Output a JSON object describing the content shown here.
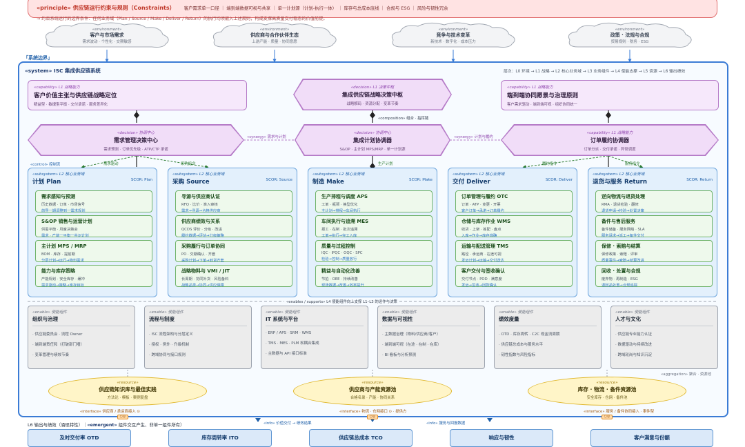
{
  "principle": {
    "title": "«principle» 供应链运行约束与规则（Constraints）",
    "items": "客户需求单一口径 ｜ 端到端数据可视与共享 ｜ 单一计划源（计划-执行一体） ｜ 库存与总成本底线 ｜ 合规与 ESG ｜ 风险与韧性冗余",
    "subtitle": "→ 约束系统运行的边界条件：任何业务域（Plan / Source / Make / Deliver / Return）的执行均须嵌入上述规则，构成支撑高质量交付稳态的价值前提。"
  },
  "environments": [
    {
      "stereo": "«environment»",
      "name": "客户与市场需求",
      "desc": "需求波动 · 个性化 · 交期敏感"
    },
    {
      "stereo": "«environment»",
      "name": "供应商与合作伙伴生态",
      "desc": "上游产能 · 质量 · 协同意愿"
    },
    {
      "stereo": "«environment»",
      "name": "竞争与技术变革",
      "desc": "新技术 · 数字化 · 成本压力"
    },
    {
      "stereo": "«environment»",
      "name": "政策 · 法规与合规",
      "desc": "贸易规则 · 税务 · ESG"
    }
  ],
  "boundary_label": "「系统边界」",
  "system_title": "«system» ISC 集成供应链系统",
  "layers": "层次：L0 环境 → L1 战略 → L2 核心业务域 → L3 业务组件 → L4 使能支撑 → L5 资源 → L6 输出绩效",
  "capabilities": [
    {
      "stereo": "«capability» L1 战略能力",
      "name": "客户价值主张与供应链战略定位",
      "desc": "精益型 · 敏捷型平衡 · 交付承诺 · 服务差异化"
    },
    {
      "stereo": "«capability» L1 战略能力",
      "name": "端到端协同愿景与治理原则",
      "desc": "客户需求驱动 · 端到端可视 · 组织协同统一"
    }
  ],
  "decisions": [
    {
      "stereo": "«decision» L1 决策中枢",
      "name": "集成供应链战略决策中枢",
      "desc": "战略解码 · 资源分配 · 变革节奏"
    },
    {
      "stereo": "«decision» 协调中心",
      "name": "需求管理决策中心",
      "desc": "需求预测 · 订单优先级 · ATP/CTP 承诺"
    },
    {
      "stereo": "«decision» 协调中心",
      "name": "集成计划协调器",
      "desc": "S&OP · 主计划 MPS/MRP · 单一计划源"
    },
    {
      "stereo": "«capability» L1 战略能力",
      "name": "订单履约协调器",
      "desc": "订单分派 · 交付承诺 · 异常调度"
    }
  ],
  "labels": {
    "composition": "«composition» 组合 · 指挥链",
    "synergy_left": "«synergy» 需求与计划",
    "synergy_right": "«synergy» 计划与履约",
    "control": "«control» 控制流",
    "demand_signal": "需求驱动",
    "procure_cmd": "采购指令",
    "prod_plan": "生产计划",
    "ship_cmd": "履约指令",
    "service_cmd": "服务指令",
    "enables": "«enables / supports» L4 使能组件向上支撑 L1–L3 的运作与决策",
    "aggregation": "«aggregation» 聚合 · 资源池"
  },
  "subsystems": [
    {
      "stereo": "«subsystem» L2 核心业务域",
      "name": "计划 Plan",
      "scor": "SCOR: Plan",
      "modules": [
        {
          "name": "需求感知与预测",
          "desc": "历史数据 · 订单 · 市场信号",
          "link": "前导一期调整到一需求规划"
        },
        {
          "name": "S&OP 销售与运营计划",
          "desc": "供需平衡 · 月度决策会",
          "link": "需求 · 产能一平衡一共识计划"
        },
        {
          "name": "主计划 MPS / MRP",
          "desc": "BOM · 库存 · 提前期",
          "link": "分层计划→运行→物料需求"
        },
        {
          "name": "能力与库存策略",
          "desc": "产能规划 · 安全库存 · 缓冲",
          "link": "需求驱动→策略→库存目标"
        }
      ]
    },
    {
      "stereo": "«subsystem» L2 核心业务域",
      "name": "采购 Source",
      "scor": "SCOR: Source",
      "modules": [
        {
          "name": "寻源与供应商认证",
          "desc": "RFQ · 比价 · 准入审核",
          "link": "需求→寻源→合格供应商"
        },
        {
          "name": "供应商绩效与关系",
          "desc": "QCDS 评价 · 分级 · 改进",
          "link": "履约数据→评估→分级策略"
        },
        {
          "name": "采购履行与订单协同",
          "desc": "PO · 交期确认 · 齐套",
          "link": "采购计划→下单→到货齐套"
        },
        {
          "name": "战略物料与 VMI / JIT",
          "desc": "长周期 · 协同补货 · 风险备料",
          "link": "战略品类→协同→供应保障"
        }
      ]
    },
    {
      "stereo": "«subsystem» L2 核心业务域",
      "name": "制造 Make",
      "scor": "SCOR: Make",
      "modules": [
        {
          "name": "生产排程与调度 APS",
          "desc": "工单 · 瓶颈 · 换型优化",
          "link": "主计划→排程→车间执行"
        },
        {
          "name": "车间执行与追溯 MES",
          "desc": "报工 · 在制 · 批次追溯",
          "link": "工单→执行→完工入库"
        },
        {
          "name": "质量与过程控制",
          "desc": "IQC · IPQC · OQC · SPC",
          "link": "检验→控制→质量放行"
        },
        {
          "name": "精益与自动化改善",
          "desc": "节拍 · OEE · 持续改善",
          "link": "现场数据→改善→效率提升"
        }
      ]
    },
    {
      "stereo": "«subsystem» L2 核心业务域",
      "name": "交付 Deliver",
      "scor": "SCOR: Deliver",
      "modules": [
        {
          "name": "订单管理与履约 OTC",
          "desc": "订单 · ATP · 变更 · 开票",
          "link": "客户订单→承诺→订单履约"
        },
        {
          "name": "仓储与库存作业 WMS",
          "desc": "收货 · 上架 · 拣配 · 盘点",
          "link": "入库→作业→库存准确"
        },
        {
          "name": "运输与配送管理 TMS",
          "desc": "路径 · 承运商 · 在途可视",
          "link": "发运计划→运输→交付送达"
        },
        {
          "name": "客户交付与签收确认",
          "desc": "交付节点 · POD · 满意度",
          "link": "发运→签收→回款确认"
        }
      ]
    },
    {
      "stereo": "«subsystem» L2 核心业务域",
      "name": "退货与服务 Return",
      "scor": "SCOR: Return",
      "modules": [
        {
          "name": "逆向物流与退货处理",
          "desc": "RMA · 退货检验 · 翻修",
          "link": "退货申请→检验→处置决策"
        },
        {
          "name": "备件与售后服务",
          "desc": "备件储备 · 服务网络 · SLA",
          "link": "服务请求→派工→备件交付"
        },
        {
          "name": "保修 · 索赔与结算",
          "desc": "保修政策 · 索赔 · 评审",
          "link": "质量事件→索赔→结算改进"
        },
        {
          "name": "回收 · 处置与合规",
          "desc": "废弃物 · 再制造 · ESG",
          "link": "退回品处置→合规追踪"
        }
      ]
    }
  ],
  "enablers": [
    {
      "stereo": "«enable» 使能组件",
      "name": "组织与治理",
      "items": [
        "· 供应链委员会 · 流程 Owner",
        "· 端到端责任和（打破部门墙）",
        "· 变革管理与绩效节奏"
      ]
    },
    {
      "stereo": "«enable» 使能组件",
      "name": "流程与制度",
      "items": [
        "· ISC 流程架构与分层定义",
        "· 授权 · 例外 · 升级机制",
        "· 跨域协同与接口规则"
      ]
    },
    {
      "stereo": "«enable» 使能组件",
      "name": "IT 系统与平台",
      "items": [
        "· ERP / APS · SRM · WMS",
        "· TMS · MES · PLM 松耦合集成",
        "· 主数据与 API 接口标准"
      ]
    },
    {
      "stereo": "«enable» 使能组件",
      "name": "数据与可视性",
      "items": [
        "· 主数据治理（物料/供应商/客户）",
        "· 端到端可视（在途 · 在制 · 在库）",
        "· BI 看板与分析预测"
      ]
    },
    {
      "stereo": "«enable» 使能组件",
      "name": "绩效度量",
      "items": [
        "· OTD · 库存周转 · C2C 现金流周期",
        "· 供应链总成本与服务水平",
        "· 韧性指数与风险指标"
      ]
    },
    {
      "stereo": "«enable» 使能组件",
      "name": "人才与文化",
      "items": [
        "· 供应链专业能力认证",
        "· 数据驱动与持续改进",
        "· 跨域轮岗与知识沉淀"
      ]
    }
  ],
  "resources": [
    {
      "stereo": "«resource»",
      "name": "供应链知识库与最佳实践",
      "desc": "方法论 · 模板 · 案例复盘"
    },
    {
      "stereo": "«resource»",
      "name": "供应商与产能资源池",
      "desc": "合格名录 · 产能 · 协同关系"
    },
    {
      "stereo": "«resource»",
      "name": "库存 · 物流 · 备件资源池",
      "desc": "安全库存 · 仓网 · 备件池"
    }
  ],
  "interfaces": [
    "«interface» 供应商 / 承运商接入 ⊙",
    "«interface» 物流 · 仓网接口 ⊙ · 提供方",
    "«interface» 服务 / 备件协同接入 · 事件型"
  ],
  "info_links": [
    "«info» 价值交付 → 绩效结果",
    "«info» 服务与回报数据"
  ],
  "bottom_label_pre": "L6 输出与绩效（涌现特性）｜",
  "bottom_label_emergent": "«emergent»",
  "bottom_label_post": " 组件交互产生、非单一组件所有）",
  "outcomes": [
    "及时交付率 OTD",
    "库存周转率 ITO",
    "供应链总成本 TCO",
    "响应与韧性",
    "客户满意与份额"
  ],
  "port_label": "○◎",
  "colors": {
    "system": "#3a7bd5",
    "capability": "#b57ac7",
    "module": "#6fb36a",
    "resource": "#e0b830",
    "principle": "#e06c6c"
  }
}
